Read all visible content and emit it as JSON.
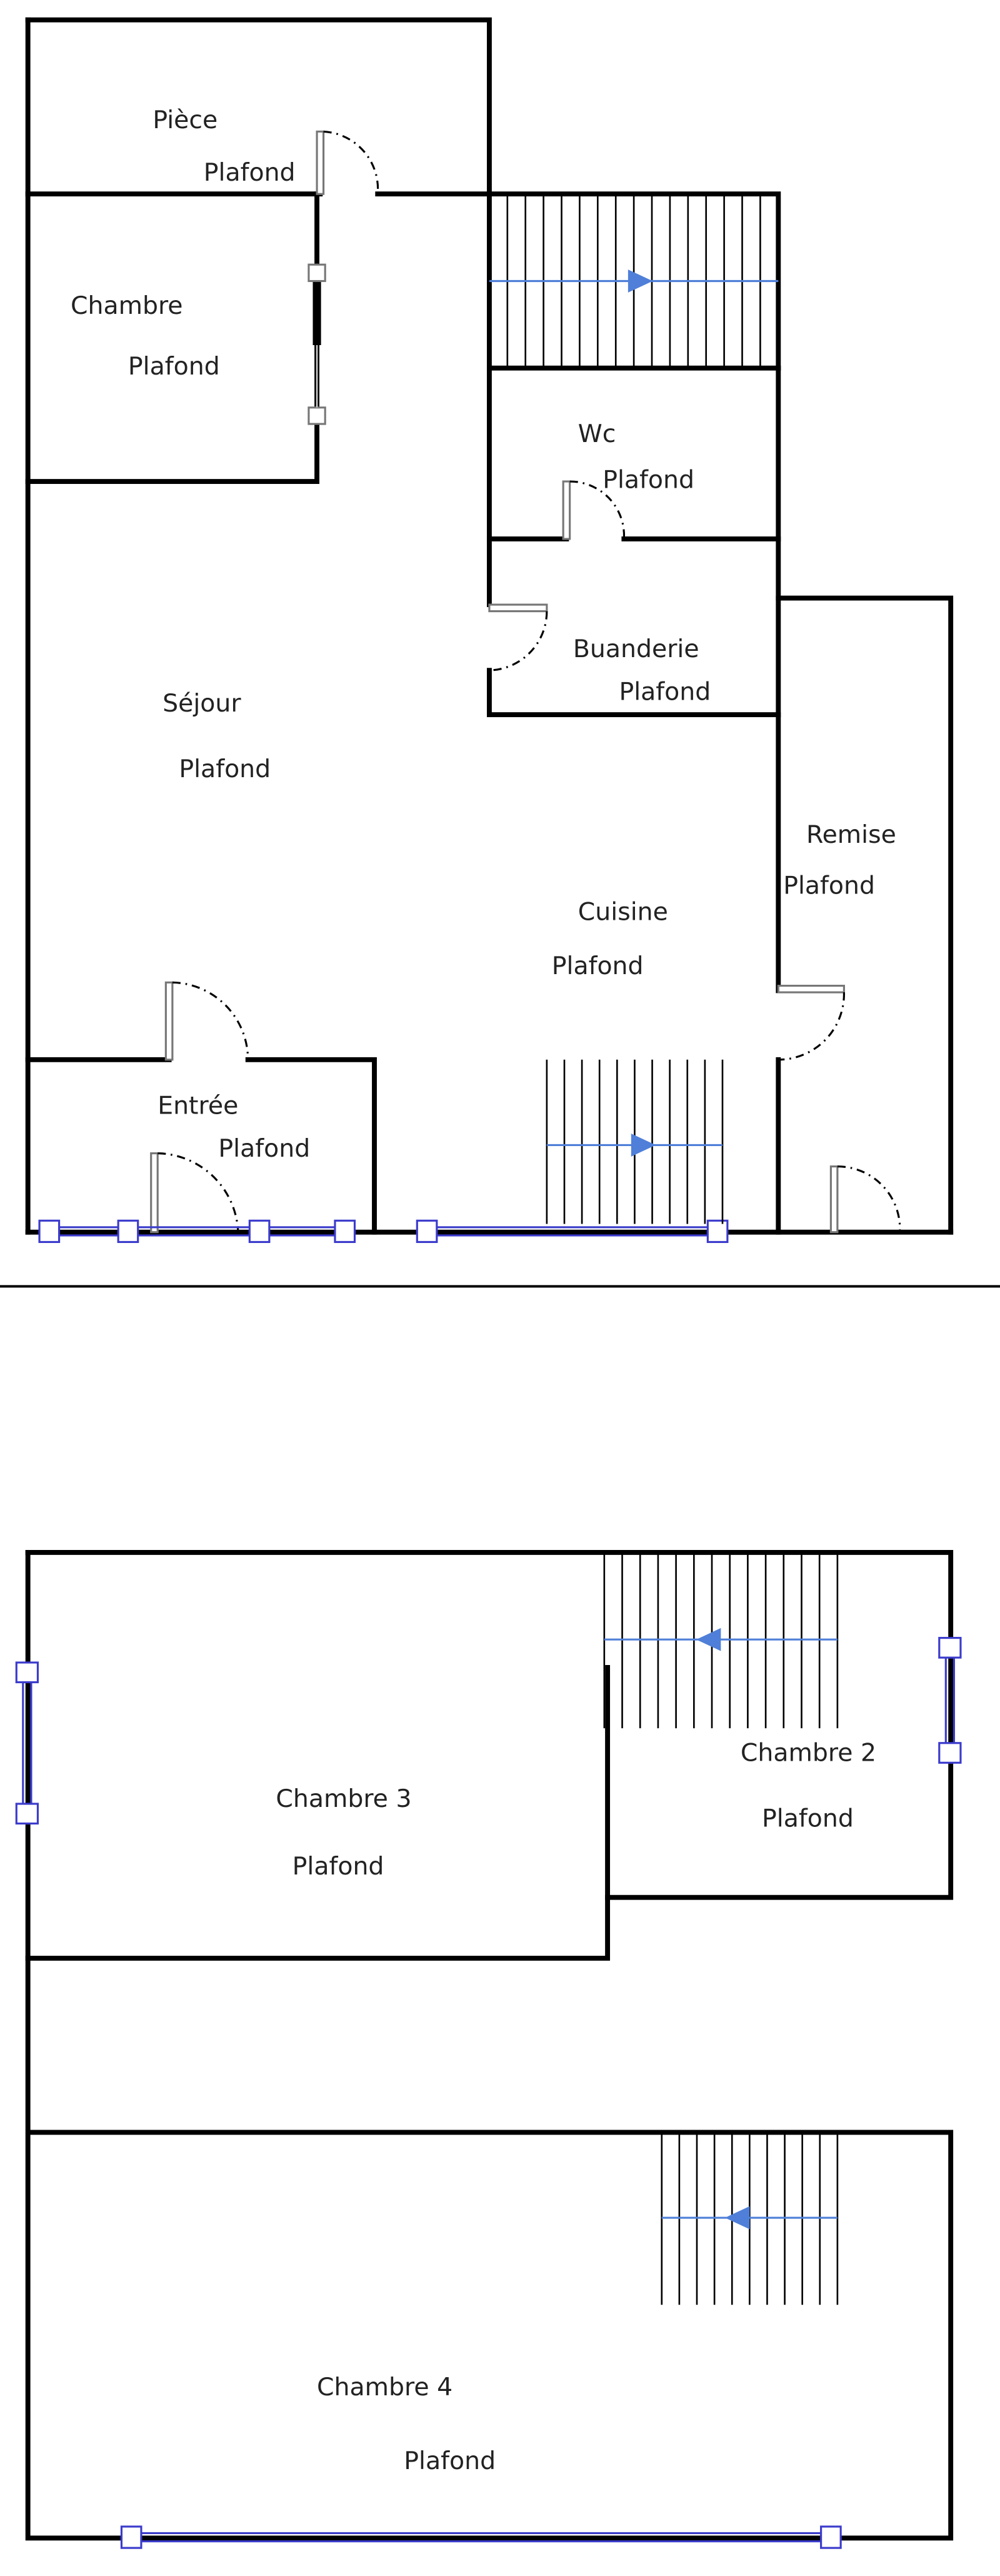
{
  "floor_1": {
    "rooms": [
      {
        "name": "Pièce",
        "ceiling": "Plafond"
      },
      {
        "name": "Chambre",
        "ceiling": "Plafond"
      },
      {
        "name": "Wc",
        "ceiling": "Plafond"
      },
      {
        "name": "Buanderie",
        "ceiling": "Plafond"
      },
      {
        "name": "Séjour",
        "ceiling": "Plafond"
      },
      {
        "name": "Remise",
        "ceiling": "Plafond"
      },
      {
        "name": "Cuisine",
        "ceiling": "Plafond"
      },
      {
        "name": "Entrée",
        "ceiling": "Plafond"
      }
    ]
  },
  "floor_2": {
    "rooms": [
      {
        "name": "Chambre 2",
        "ceiling": "Plafond"
      },
      {
        "name": "Chambre 3",
        "ceiling": "Plafond"
      },
      {
        "name": "Chambre 4",
        "ceiling": "Plafond"
      }
    ]
  },
  "colors": {
    "wall": "#000000",
    "window": "#3b3bcc",
    "stair_arrow": "#4f7fd8"
  }
}
